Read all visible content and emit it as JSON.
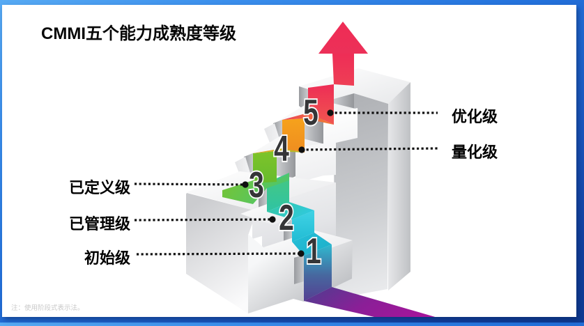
{
  "slide": {
    "title": "CMMI五个能力成熟度等级",
    "footnote": "注：使用阶段式表示法。"
  },
  "levels": [
    {
      "number": "1",
      "label": "初始级",
      "side": "left"
    },
    {
      "number": "2",
      "label": "已管理级",
      "side": "left"
    },
    {
      "number": "3",
      "label": "已定义级",
      "side": "left"
    },
    {
      "number": "4",
      "label": "量化级",
      "side": "right"
    },
    {
      "number": "5",
      "label": "优化级",
      "side": "right"
    }
  ],
  "colors": {
    "frame_blue_top": "#58abf4",
    "frame_blue_bottom": "#0e3a92",
    "arrow_red": "#ef2c55",
    "ribbon_purple": "#a8149b",
    "band_level1": "#2fb9cf",
    "band_level2": "#3fd2e4",
    "band_level3": "#46c77f",
    "band_level4": "#7ec42a",
    "band_level5": "#f6a21c",
    "band_level6_red": "#ee2d56"
  }
}
